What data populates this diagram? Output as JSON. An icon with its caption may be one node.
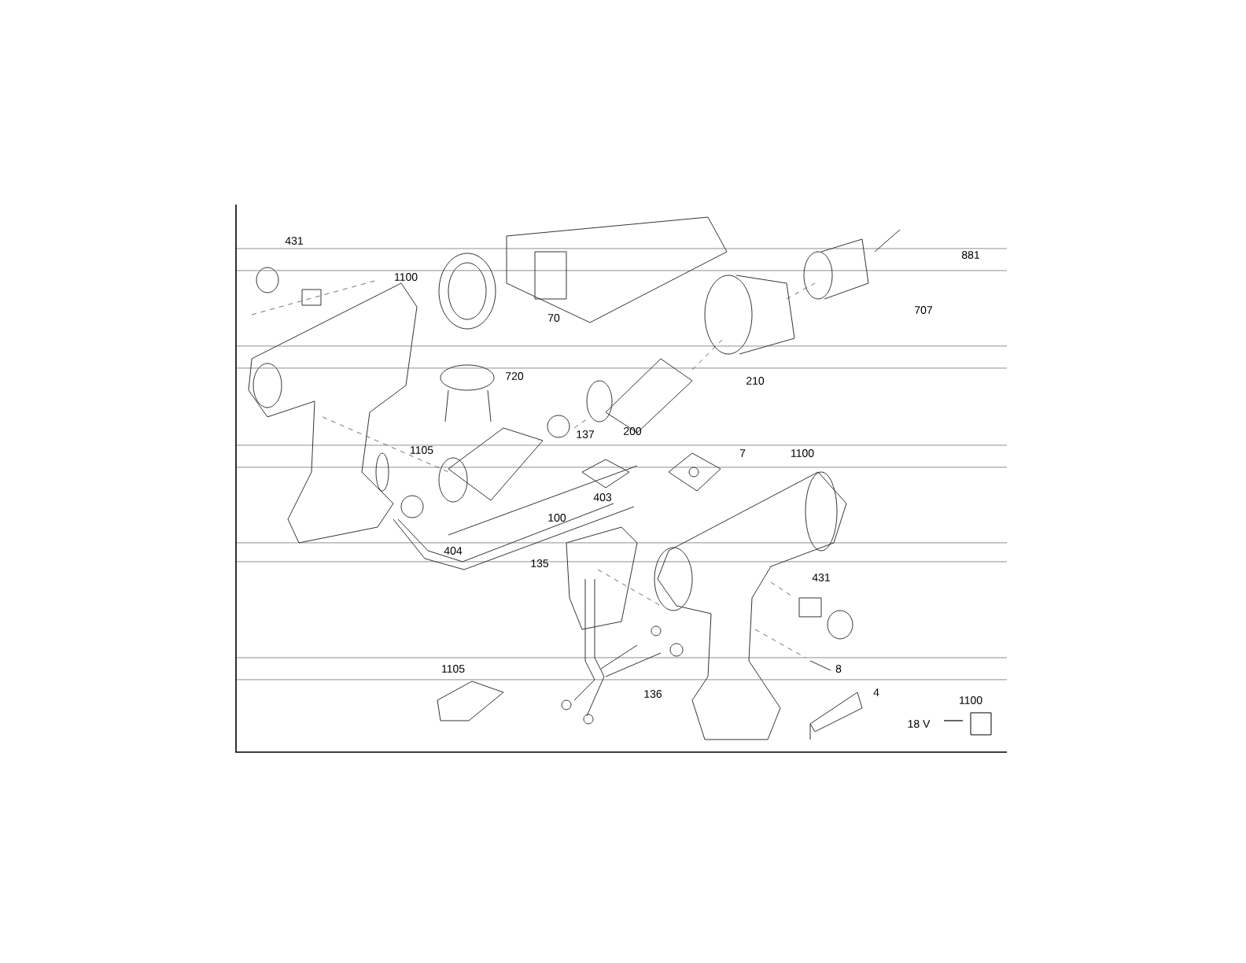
{
  "diagram": {
    "labels": [
      "431",
      "881",
      "1100",
      "707",
      "70",
      "720",
      "210",
      "200",
      "137",
      "1105",
      "7",
      "1100",
      "403",
      "100",
      "404",
      "135",
      "431",
      "1105",
      "8",
      "136",
      "4",
      "1100",
      "18 V"
    ]
  }
}
